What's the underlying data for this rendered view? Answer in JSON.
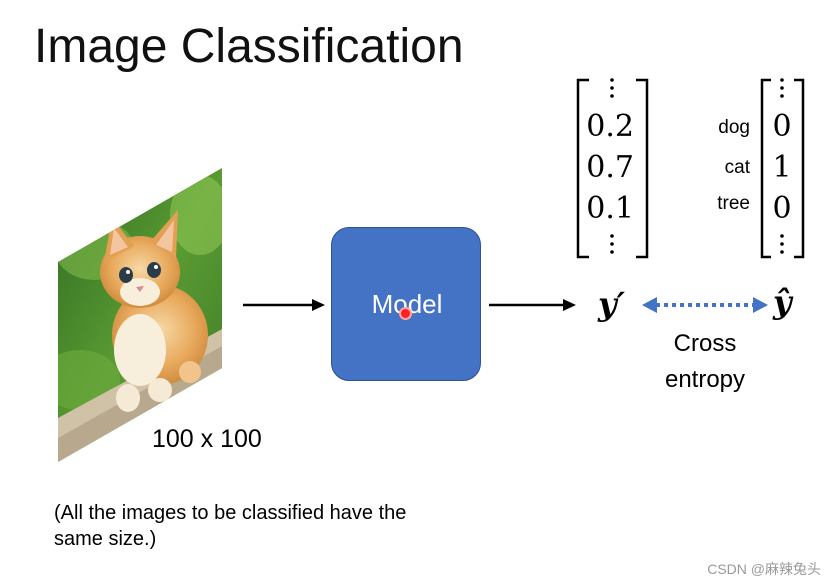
{
  "title": "Image Classification",
  "image": {
    "label": "100 x 100"
  },
  "model": {
    "label": "Model"
  },
  "prediction": {
    "symbol": "y′",
    "values": [
      "0.2",
      "0.7",
      "0.1"
    ]
  },
  "target": {
    "symbol": "ŷ",
    "classes": [
      {
        "name": "dog",
        "value": "0"
      },
      {
        "name": "cat",
        "value": "1"
      },
      {
        "name": "tree",
        "value": "0"
      }
    ]
  },
  "loss": {
    "line1": "Cross",
    "line2": "entropy"
  },
  "note": "(All the images to be classified have the same size.)",
  "watermark": "CSDN @麻辣兔头",
  "colors": {
    "model_fill": "#4472c4",
    "cross_entropy_arrow": "#4472c4",
    "cursor": "#ff2020"
  }
}
